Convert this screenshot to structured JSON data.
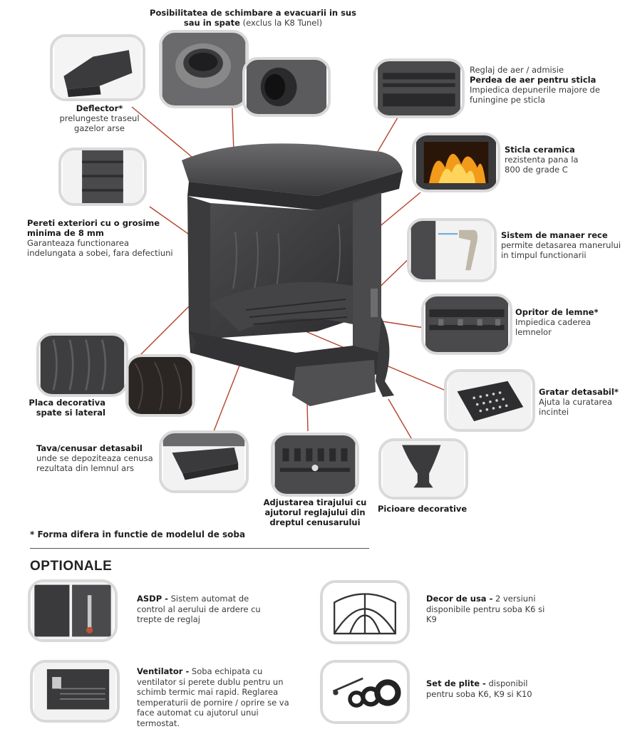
{
  "top_label": {
    "title": "Posibilitatea de schimbare a evacuarii in sus sau in spate",
    "desc": "(exclus la K8 Tunel)"
  },
  "deflector": {
    "title": "Deflector*",
    "desc": "prelungeste traseul gazelor arse"
  },
  "pereti": {
    "title": "Pereti exteriori cu o grosime minima de 8 mm",
    "desc": "Garanteaza functionarea indelungata a sobei, fara defectiuni"
  },
  "placa": {
    "title": "Placa decorativa spate si lateral"
  },
  "tava": {
    "title": "Tava/cenusar detasabil",
    "desc": "unde se depoziteaza cenusa rezultata din lemnul ars"
  },
  "adjustare": {
    "title": "Adjustarea tirajului cu ajutorul reglajului din dreptul cenusarului"
  },
  "picioare": {
    "title": "Picioare decorative"
  },
  "reglaj": {
    "line1": "Reglaj de aer / admisie",
    "title": "Perdea de aer pentru sticla",
    "desc": "Impiedica depunerile majore de funingine pe sticla"
  },
  "sticla": {
    "title": "Sticla ceramica",
    "desc": "rezistenta pana la 800 de grade C"
  },
  "manaer": {
    "title": "Sistem de manaer rece",
    "desc": "permite detasarea manerului in timpul functionarii"
  },
  "opritor": {
    "title": "Opritor de lemne*",
    "desc": "Impiedica caderea lemnelor"
  },
  "gratar": {
    "title": "Gratar detasabil*",
    "desc": "Ajuta la curatarea incintei"
  },
  "note": "* Forma difera in functie de modelul de soba",
  "optionale": {
    "heading": "OPTIONALE",
    "asdp": {
      "title": "ASDP -",
      "desc": "Sistem automat de control al aerului de ardere cu trepte de reglaj"
    },
    "decor": {
      "title": "Decor de usa -",
      "desc": "2 versiuni disponibile pentru soba K6 si K9"
    },
    "ventilator": {
      "title": "Ventilator -",
      "desc": "Soba echipata cu ventilator si perete dublu pentru un schimb termic mai rapid. Reglarea temperaturii de pornire / oprire se va face automat cu ajutorul unui termostat."
    },
    "plite": {
      "title": "Set de plite -",
      "desc": "disponibil pentru soba K6, K9 si K10"
    }
  },
  "colors": {
    "leader": "#b5432b",
    "border": "#d9d9d9",
    "stove": "#3a3a3c"
  },
  "icons": [
    "deflector-photo",
    "flue-photo",
    "air-curtain-photo",
    "fire-glass-photo",
    "handle-photo",
    "log-stop-photo",
    "grate-photo",
    "leg-photo",
    "damper-photo",
    "ash-tray-photo",
    "decor-plate-photo",
    "wall-photo",
    "asdp-photo",
    "door-decor-icon",
    "fan-photo",
    "hob-rings-photo"
  ]
}
